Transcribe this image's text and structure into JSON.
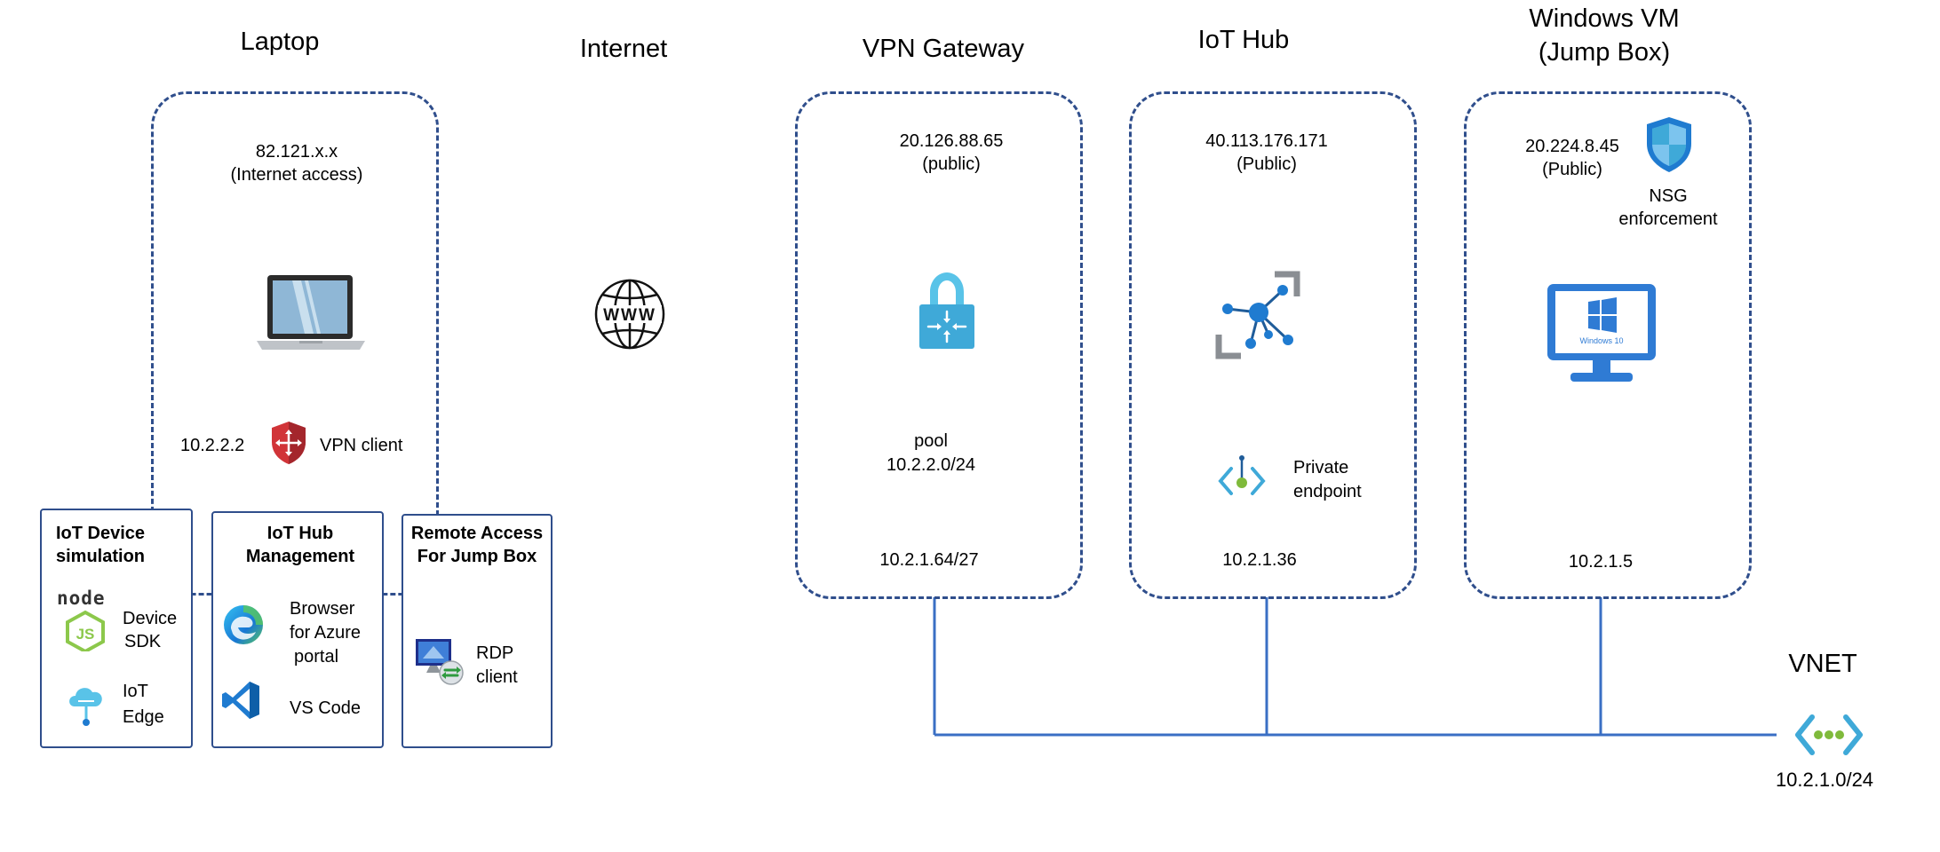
{
  "titles": {
    "laptop": "Laptop",
    "internet": "Internet",
    "vpn_gateway": "VPN Gateway",
    "iot_hub": "IoT Hub",
    "windows_vm_line1": "Windows VM",
    "windows_vm_line2": "(Jump Box)",
    "vnet": "VNET"
  },
  "laptop": {
    "ip": "82.121.x.x",
    "ip_note": "(Internet access)",
    "vpn_ip": "10.2.2.2",
    "vpn_client": "VPN client"
  },
  "cards": {
    "iot_device": {
      "title_line1": "IoT Device",
      "title_line2": "simulation",
      "item1_line1": "Device",
      "item1_line2": "SDK",
      "item2_line1": "IoT",
      "item2_line2": "Edge",
      "node_logo": "node"
    },
    "iot_hub_mgmt": {
      "title_line1": "IoT Hub",
      "title_line2": "Management",
      "item1_line1": "Browser",
      "item1_line2": "for Azure",
      "item1_line3": "portal",
      "item2": "VS Code"
    },
    "remote_access": {
      "title_line1": "Remote Access",
      "title_line2": "For Jump Box",
      "item1_line1": "RDP",
      "item1_line2": "client"
    }
  },
  "vpn_gateway": {
    "public_ip": "20.126.88.65",
    "public_note": "(public)",
    "pool_label": "pool",
    "pool_range": "10.2.2.0/24",
    "subnet": "10.2.1.64/27"
  },
  "iot_hub": {
    "public_ip": "40.113.176.171",
    "public_note": "(Public)",
    "pe_line1": "Private",
    "pe_line2": "endpoint",
    "subnet": "10.2.1.36"
  },
  "windows_vm": {
    "public_ip": "20.224.8.45",
    "public_note": "(Public)",
    "nsg_line1": "NSG",
    "nsg_line2": "enforcement",
    "monitor_text": "Windows 10",
    "subnet": "10.2.1.5"
  },
  "vnet": {
    "range": "10.2.1.0/24"
  },
  "colors": {
    "border": "#2F4E8C",
    "vnet_line": "#3A6FC4",
    "windows_blue": "#2F7BD4",
    "azure_light": "#59C3E8",
    "shield_red": "#D13438"
  },
  "icons": {
    "laptop": "laptop-icon",
    "globe": "globe-icon",
    "vpn_client": "vpn-shield-icon",
    "vpn_gateway": "lock-icon",
    "iot_hub": "iot-hub-icon",
    "private_endpoint": "private-endpoint-icon",
    "nsg": "nsg-shield-icon",
    "windows_vm": "monitor-icon",
    "vnet": "vnet-icon",
    "node": "nodejs-icon",
    "iot_edge": "iot-edge-icon",
    "edge": "edge-browser-icon",
    "vscode": "vscode-icon",
    "rdp": "rdp-icon"
  }
}
